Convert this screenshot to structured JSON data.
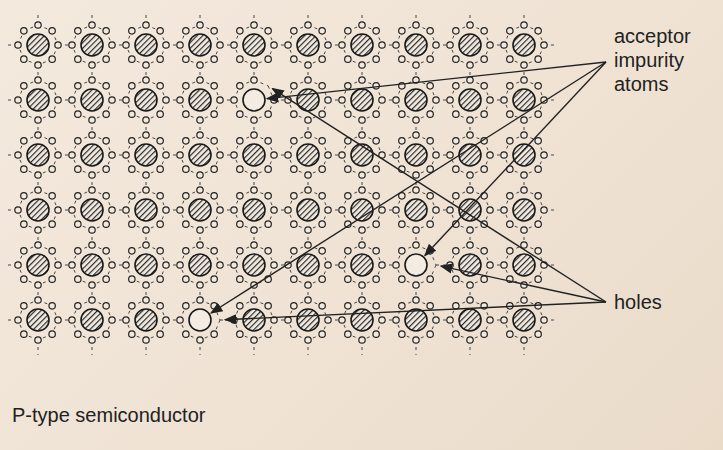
{
  "diagram": {
    "caption": "P-type semiconductor",
    "labels": [
      "acceptor impurity atoms",
      "holes"
    ]
  }
}
